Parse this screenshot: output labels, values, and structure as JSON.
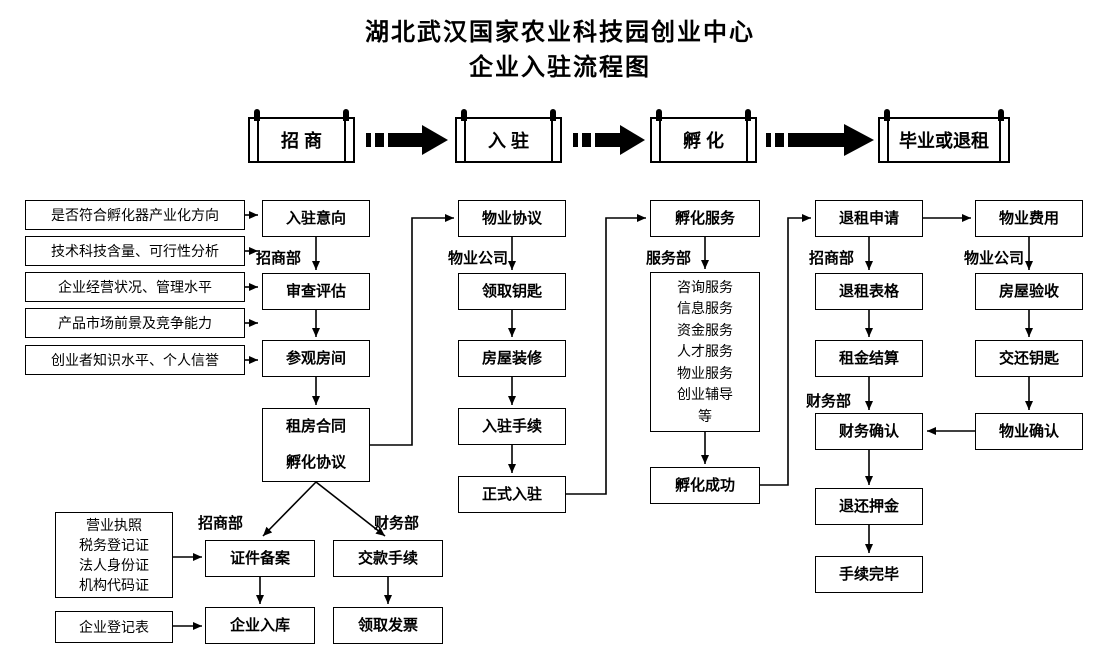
{
  "title": {
    "line1": "湖北武汉国家农业科技园创业中心",
    "line2": "企业入驻流程图"
  },
  "colors": {
    "line": "#000000",
    "box_bg": "#ffffff",
    "text": "#000000"
  },
  "banners": {
    "zhaoshang": "招  商",
    "ruzhu": "入  驻",
    "fuhua": "孵  化",
    "biye": "毕业或退租"
  },
  "criteria": [
    "是否符合孵化器产业化方向",
    "技术科技含量、可行性分析",
    "企业经营状况、管理水平",
    "产品市场前景及竞争能力",
    "创业者知识水平、个人信誉"
  ],
  "dept_labels": {
    "zhaoshang_top": "招商部",
    "wuye_gongsi_top": "物业公司",
    "fuwubu": "服务部",
    "zhaoshang_right": "招商部",
    "wuye_gongsi_right": "物业公司",
    "caiwubu_right": "财务部",
    "zhaoshang_bottom": "招商部",
    "caiwubu_bottom": "财务部"
  },
  "nodes": {
    "intent": "入驻意向",
    "review": "审查评估",
    "visit": "参观房间",
    "contract": "租房合同\n孵化协议",
    "docs": "营业执照\n税务登记证\n法人身份证\n机构代码证",
    "filing": "证件备案",
    "storage": "企业入库",
    "regform": "企业登记表",
    "payment": "交款手续",
    "invoice": "领取发票",
    "property_agreement": "物业协议",
    "get_keys": "领取钥匙",
    "renovation": "房屋装修",
    "entry_procedures": "入驻手续",
    "official_entry": "正式入驻",
    "incubation_service": "孵化服务",
    "services_list": "咨询服务\n信息服务\n资金服务\n人才服务\n物业服务\n创业辅导\n等",
    "incubation_success": "孵化成功",
    "termination_apply": "退租申请",
    "termination_form": "退租表格",
    "rent_settlement": "租金结算",
    "finance_confirm": "财务确认",
    "deposit_return": "退还押金",
    "complete": "手续完毕",
    "property_fee": "物业费用",
    "house_inspection": "房屋验收",
    "return_keys": "交还钥匙",
    "property_confirm": "物业确认"
  }
}
